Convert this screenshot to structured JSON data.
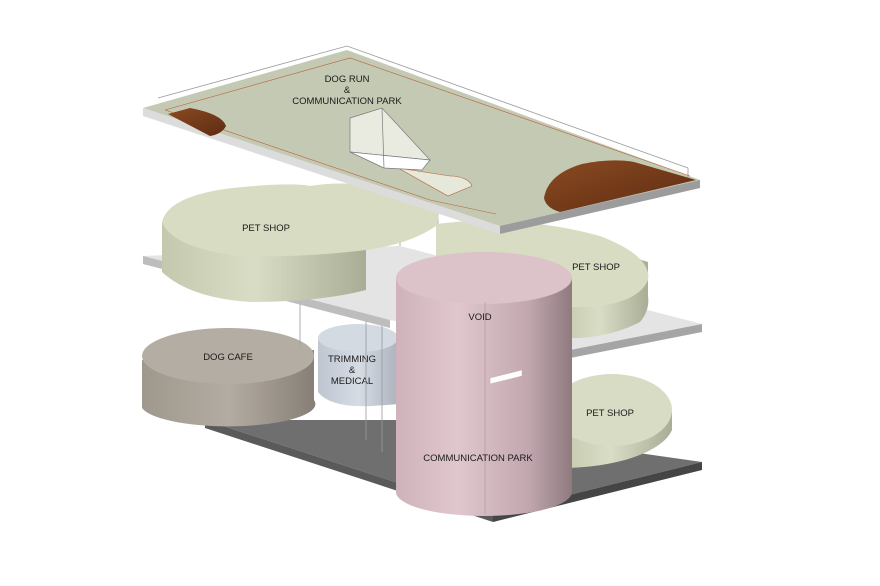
{
  "labels": {
    "roof_line1": "DOG RUN",
    "roof_line2": "&",
    "roof_line3": "COMMUNICATION PARK",
    "pet_shop_upper_left": "PET SHOP",
    "pet_shop_upper_right": "PET SHOP",
    "void": "VOID",
    "dog_cafe": "DOG CAFE",
    "trimming_line1": "TRIMMING",
    "trimming_line2": "&",
    "trimming_line3": "MEDICAL",
    "pet_shop_lower": "PET SHOP",
    "communication_park": "COMMUNICATION PARK"
  },
  "colors": {
    "roof": "#c5cab3",
    "shop_volume": "#d6dbc3",
    "void_cylinder": "#d7bcc4",
    "dog_cafe": "#a8a096",
    "trimming": "#cbd2dc",
    "deck_wood": "#7a3d1c",
    "ground_slab": "#7d7d7d"
  }
}
